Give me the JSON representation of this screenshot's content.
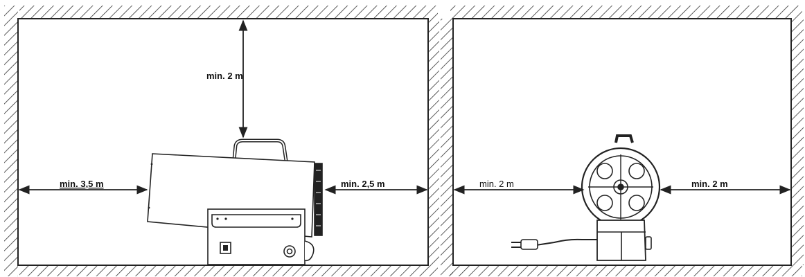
{
  "left_panel": {
    "label_top": "min. 2 m",
    "label_left": "min. 3,5 m",
    "label_right": "min. 2,5 m"
  },
  "right_panel": {
    "label_left": "min. 2 m",
    "label_right": "min. 2 m"
  },
  "colors": {
    "line": "#222222",
    "background": "#ffffff"
  }
}
